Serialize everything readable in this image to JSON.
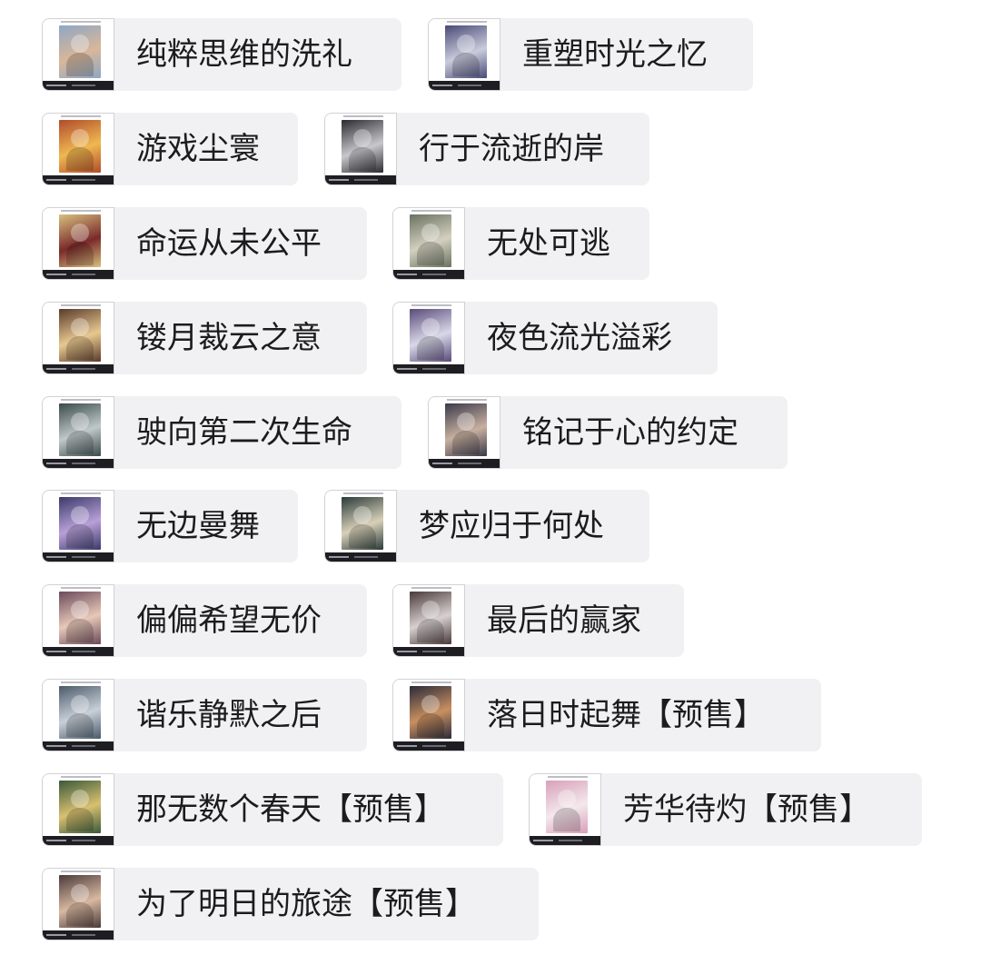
{
  "items": [
    {
      "label": "纯粹思维的洗礼",
      "colors": [
        "#8fa6c4",
        "#d8b79a"
      ]
    },
    {
      "label": "重塑时光之忆",
      "colors": [
        "#4a4a78",
        "#c9ccdc"
      ]
    },
    {
      "label": "游戏尘寰",
      "colors": [
        "#b04c2c",
        "#f0b850"
      ]
    },
    {
      "label": "行于流逝的岸",
      "colors": [
        "#2a2a30",
        "#c8c8cc"
      ]
    },
    {
      "label": "命运从未公平",
      "colors": [
        "#d8c080",
        "#7a2a2a"
      ]
    },
    {
      "label": "无处可逃",
      "colors": [
        "#6a7260",
        "#d4d0c0"
      ]
    },
    {
      "label": "镂月裁云之意",
      "colors": [
        "#5a3a2a",
        "#e8c890"
      ]
    },
    {
      "label": "夜色流光溢彩",
      "colors": [
        "#5a4a7a",
        "#d8d8e8"
      ]
    },
    {
      "label": "驶向第二次生命",
      "colors": [
        "#3a4a4a",
        "#c0c8c8"
      ]
    },
    {
      "label": "铭记于心的约定",
      "colors": [
        "#3a3a4a",
        "#c8b0a0"
      ]
    },
    {
      "label": "无边曼舞",
      "colors": [
        "#3a3a6a",
        "#b8a0d8"
      ]
    },
    {
      "label": "梦应归于何处",
      "colors": [
        "#2a3a3a",
        "#d8d0b8"
      ]
    },
    {
      "label": "偏偏希望无价",
      "colors": [
        "#6a4a5a",
        "#e8c8b8"
      ]
    },
    {
      "label": "最后的赢家",
      "colors": [
        "#4a3a3a",
        "#d8d0d0"
      ]
    },
    {
      "label": "谐乐静默之后",
      "colors": [
        "#4a5a6a",
        "#c8d0d8"
      ]
    },
    {
      "label": "落日时起舞【预售】",
      "colors": [
        "#2a2a3a",
        "#c89060"
      ]
    },
    {
      "label": "那无数个春天【预售】",
      "colors": [
        "#3a5a3a",
        "#d8c070"
      ]
    },
    {
      "label": "芳华待灼【预售】",
      "colors": [
        "#d8a0b8",
        "#f4e8ec"
      ]
    },
    {
      "label": "为了明日的旅途【预售】",
      "colors": [
        "#4a3a3a",
        "#d8b8a0"
      ]
    }
  ]
}
